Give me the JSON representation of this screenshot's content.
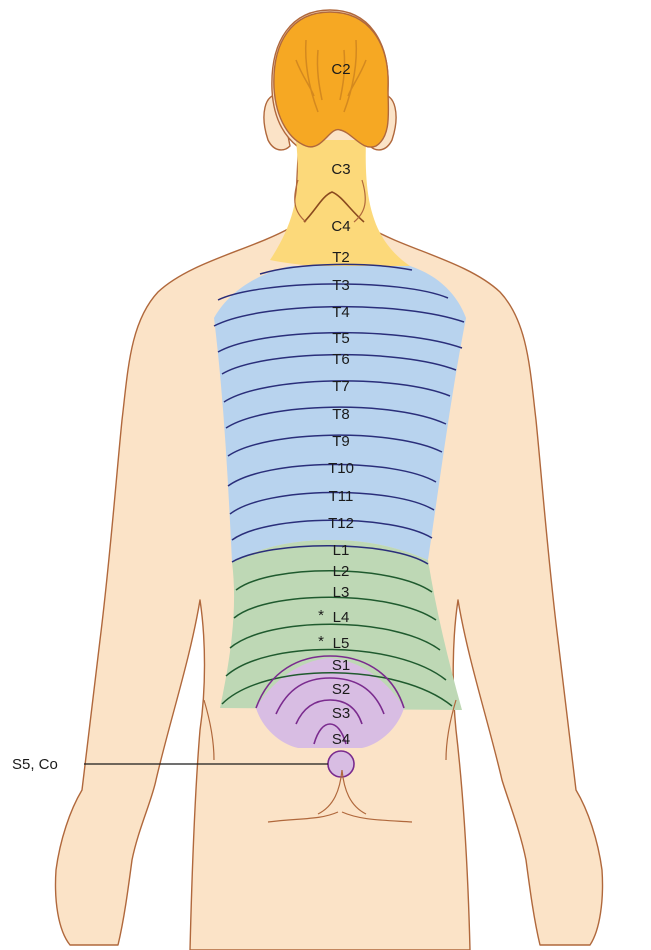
{
  "colors": {
    "skin": "#fbe3c7",
    "skin_outline": "#b0683c",
    "cervical_dark": "#f6a823",
    "cervical_light": "#fcd97a",
    "thoracic": "#b8d3ee",
    "thoracic_line": "#2a2e7a",
    "lumbar": "#bed8b5",
    "lumbar_line": "#1f5a2e",
    "sacral": "#d8bde3",
    "sacral_line": "#7a2b8e"
  },
  "labels": {
    "c2": "C2",
    "c3": "C3",
    "c4": "C4",
    "t2": "T2",
    "t3": "T3",
    "t4": "T4",
    "t5": "T5",
    "t6": "T6",
    "t7": "T7",
    "t8": "T8",
    "t9": "T9",
    "t10": "T10",
    "t11": "T11",
    "t12": "T12",
    "l1": "L1",
    "l2": "L2",
    "l3": "L3",
    "l4": "L4",
    "l5": "L5",
    "s1": "S1",
    "s2": "S2",
    "s3": "S3",
    "s4": "S4",
    "s5_co": "S5, Co",
    "asterisk": "*"
  }
}
